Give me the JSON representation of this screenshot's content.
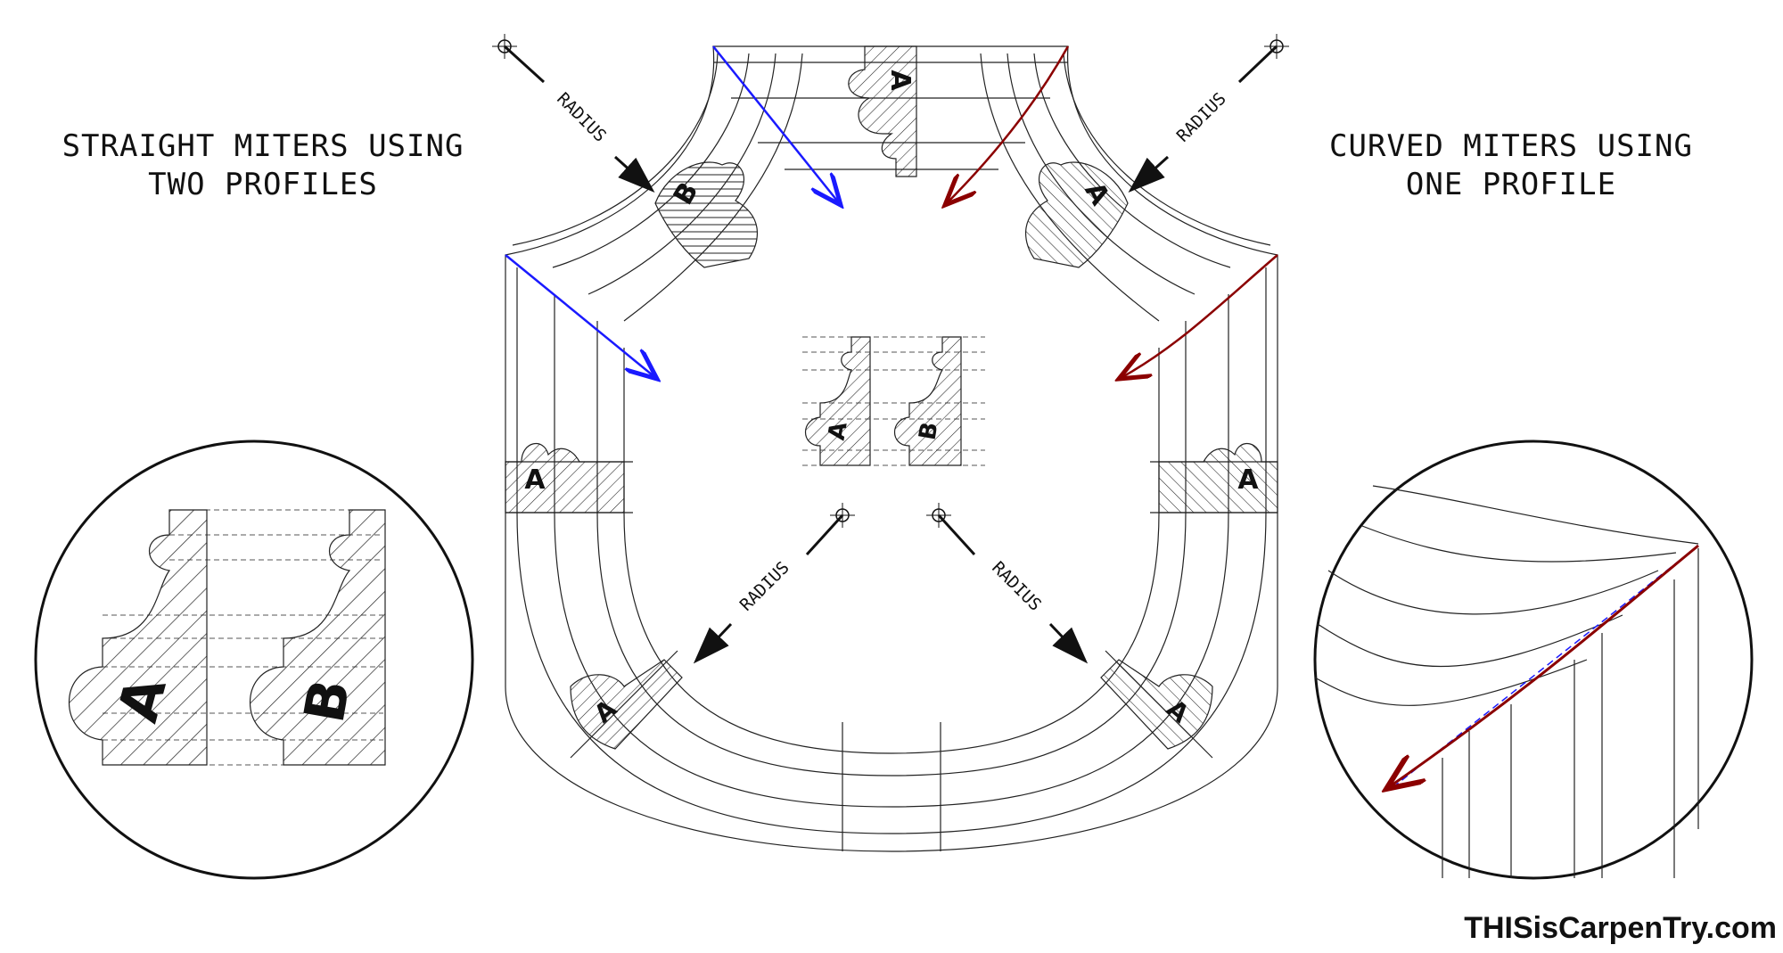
{
  "left_title": [
    "STRAIGHT MITERS USING",
    "TWO PROFILES"
  ],
  "right_title": [
    "CURVED MITERS USING",
    "ONE PROFILE"
  ],
  "radius_label": "RADIUS",
  "profile_letters": {
    "a": "A",
    "b": "B"
  },
  "brand": "THISisCarpenTry.com",
  "colors": {
    "straight_miter": "#1a1aff",
    "curved_miter": "#8b0000",
    "ink": "#111111"
  },
  "icons": [
    "center-mark-icon",
    "arrow-icon"
  ]
}
